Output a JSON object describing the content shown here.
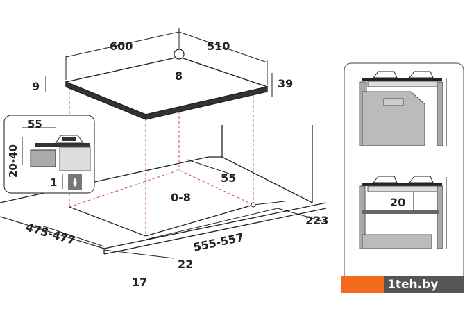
{
  "dimensions": {
    "hob_width": "600",
    "hob_depth": "510",
    "gas_inlet": "8",
    "glass_thickness": "9",
    "hob_height": "39",
    "cutout_wall_distance": "55",
    "wall_gap": "0-8",
    "back_distance": "223",
    "cutout_depth": "475-477",
    "cutout_width": "555-557",
    "front_offset": "22",
    "front_edge": "17"
  },
  "inset_detail": {
    "edge_distance": "55",
    "worktop_thickness": "20-40",
    "gap": "1"
  },
  "side_panel": {
    "clearance": "20"
  },
  "watermark": "1teh.by",
  "colors": {
    "line": "#222222",
    "dashed": "#c0504d",
    "panel_gray": "#aaaaaa",
    "watermark_orange": "#f26a1b"
  }
}
